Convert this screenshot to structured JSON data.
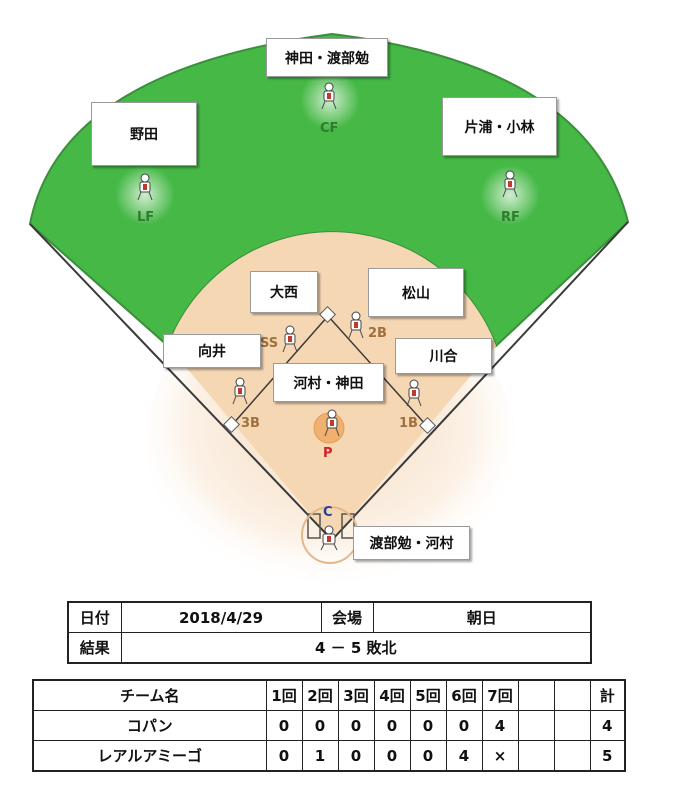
{
  "field": {
    "colors": {
      "grass": "#45b845",
      "infield_dirt": "#f6d7b4",
      "diamond_grass": "#f2cfa9",
      "line": "#3a3a3a"
    },
    "positions": {
      "cf": "CF",
      "lf": "LF",
      "rf": "RF",
      "ss": "SS",
      "b2": "2B",
      "b3": "3B",
      "b1": "1B",
      "p": "P",
      "c": "C"
    },
    "players": {
      "cf": "神田・渡部勉",
      "lf": "野田",
      "rf": "片浦・小林",
      "ss": "大西",
      "b2": "松山",
      "b3": "向井",
      "b1": "川合",
      "p": "河村・神田",
      "c": "渡部勉・河村"
    }
  },
  "game_info": {
    "date_label": "日付",
    "date": "2018/4/29",
    "venue_label": "会場",
    "venue": "朝日",
    "result_label": "結果",
    "result": "4 － 5 敗北"
  },
  "scoreboard": {
    "team_header": "チーム名",
    "innings": [
      "1回",
      "2回",
      "3回",
      "4回",
      "5回",
      "6回",
      "7回",
      "",
      ""
    ],
    "total_header": "計",
    "rows": [
      {
        "team": "コパン",
        "scores": [
          "0",
          "0",
          "0",
          "0",
          "0",
          "0",
          "4",
          "",
          ""
        ],
        "total": "4"
      },
      {
        "team": "レアルアミーゴ",
        "scores": [
          "0",
          "1",
          "0",
          "0",
          "0",
          "4",
          "×",
          "",
          ""
        ],
        "total": "5"
      }
    ]
  }
}
